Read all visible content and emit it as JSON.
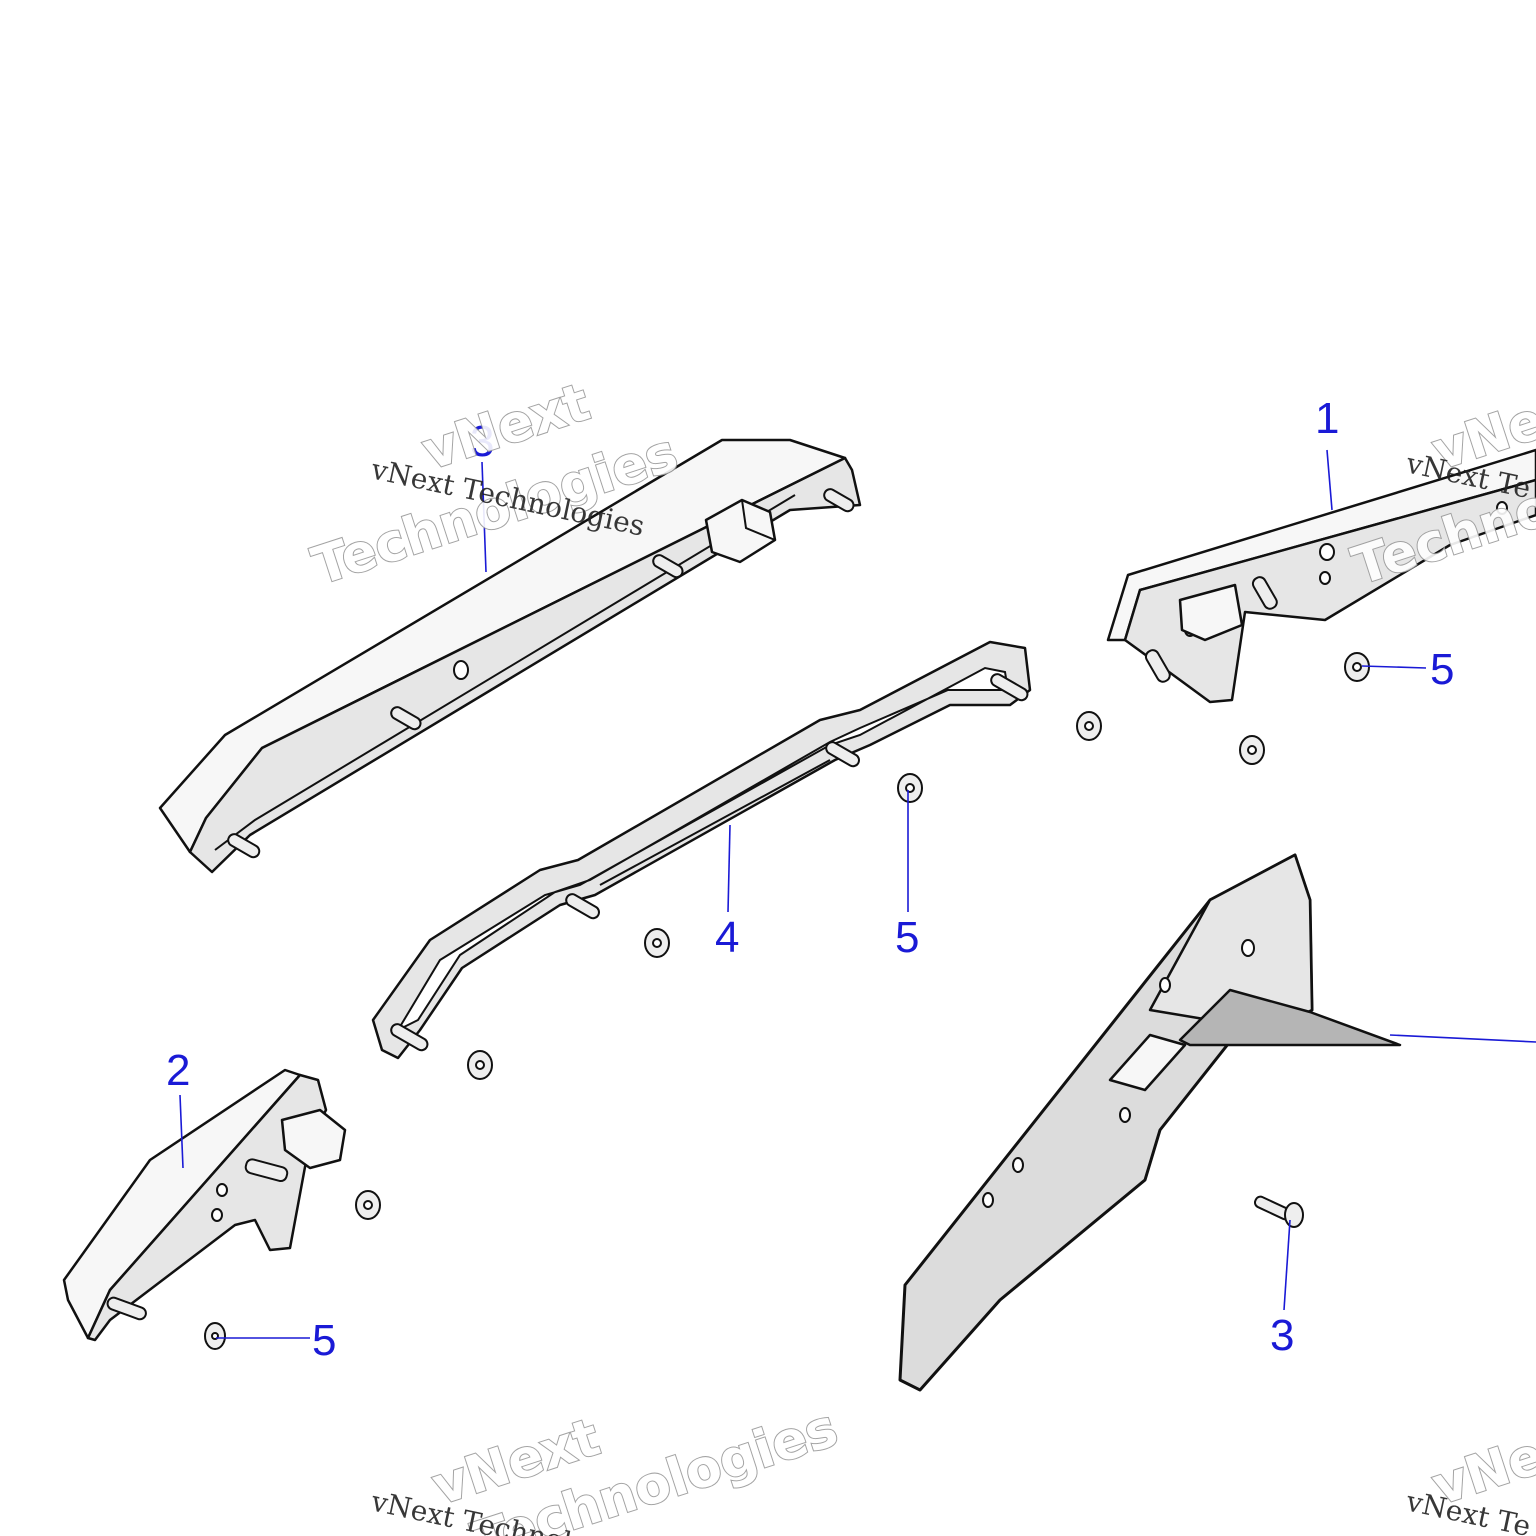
{
  "callouts": {
    "c1": "1",
    "c2": "2",
    "c3_top": "3",
    "c3_bottom": "3",
    "c4": "4",
    "c5_a": "5",
    "c5_b": "5",
    "c5_c": "5"
  },
  "watermark": {
    "line1": "vNext",
    "line2": "Technologies",
    "caption": "vNext Technologies",
    "partial_right_1": "vNe",
    "partial_right_2": "Techno",
    "caption_right": "vNext Te"
  },
  "colors": {
    "callout": "#1a1ad6",
    "part_fill": "#dcdcdc",
    "outline": "#111111"
  }
}
